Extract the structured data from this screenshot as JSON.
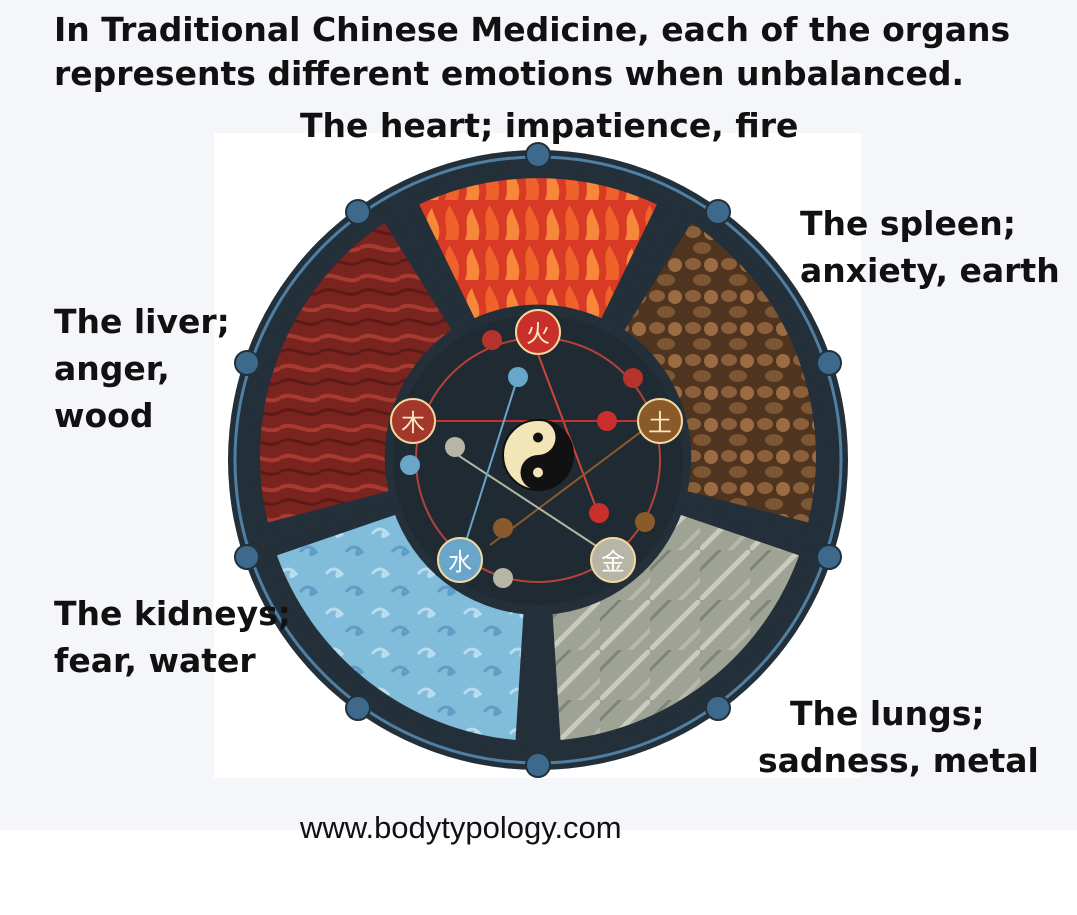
{
  "intro": {
    "line1": "In Traditional Chinese Medicine, each of the organs",
    "line2": "represents different emotions when unbalanced."
  },
  "labels": {
    "heart": {
      "line1": "The heart; impatience, fire"
    },
    "spleen": {
      "line1": "The spleen;",
      "line2": "anxiety, earth"
    },
    "liver": {
      "line1": "The liver;",
      "line2": "anger,",
      "line3": "wood"
    },
    "kidneys": {
      "line1": "The kidneys;",
      "line2": "fear, water"
    },
    "lungs": {
      "line1": "The lungs;",
      "line2": "sadness, metal"
    }
  },
  "elements": {
    "fire": "火",
    "earth": "土",
    "metal": "金",
    "water": "水",
    "wood": "木"
  },
  "footer": {
    "url": "www.bodytypology.com"
  },
  "colors": {
    "fire": "#d93a25",
    "earth": "#7d5634",
    "metal": "#a9ad9f",
    "water": "#7cb6d6",
    "wood": "#8e2a24",
    "frame": "#23303a",
    "node_fire": "#c9302c",
    "node_earth": "#8b5a2b",
    "node_metal": "#b7b5a6",
    "node_water": "#6aa6c9",
    "node_wood": "#a3372c"
  }
}
